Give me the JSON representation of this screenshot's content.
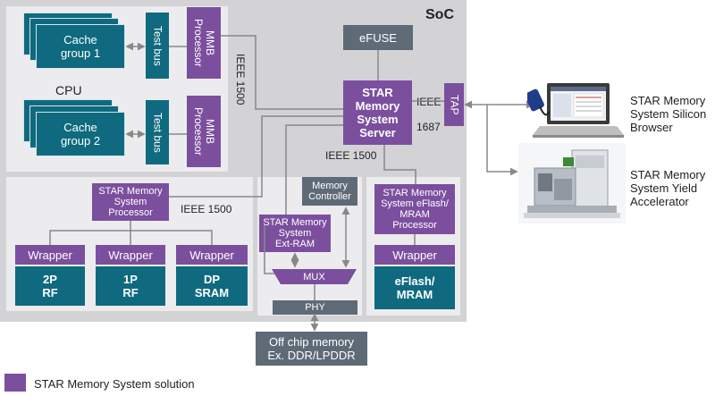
{
  "soc": {
    "label": "SoC"
  },
  "cpu": {
    "label": "CPU",
    "cache_group_1": "Cache\ngroup 1",
    "cache_group_2": "Cache\ngroup 2",
    "test_bus_1": "Test bus",
    "test_bus_2": "Test bus",
    "mmb_1": "MMB\nProcessor",
    "mmb_2": "MMB\nProcessor"
  },
  "efuse": "eFUSE",
  "server": "STAR\nMemory\nSystem\nServer",
  "tap": "TAP",
  "ieee_1500_top": "IEEE 1500",
  "ieee_1687": "IEEE\n1687",
  "ieee_1500_mid": "IEEE 1500",
  "ieee_1500_left": "IEEE 1500",
  "left_section": {
    "processor": "STAR Memory\nSystem\nProcessor",
    "wrappers": [
      {
        "wrapper": "Wrapper",
        "memory": "2P\nRF"
      },
      {
        "wrapper": "Wrapper",
        "memory": "1P\nRF"
      },
      {
        "wrapper": "Wrapper",
        "memory": "DP\nSRAM"
      }
    ]
  },
  "mid_section": {
    "memory_controller": "Memory\nController",
    "ext_ram": "STAR Memory\nSystem\nExt-RAM",
    "mux": "MUX",
    "phy": "PHY"
  },
  "right_section": {
    "processor": "STAR Memory\nSystem eFlash/\nMRAM\nProcessor",
    "wrapper": "Wrapper",
    "memory": "eFlash/\nMRAM"
  },
  "off_chip": "Off chip memory\nEx. DDR/LPDDR",
  "external": {
    "browser": "STAR Memory\nSystem Silicon\nBrowser",
    "accelerator": "STAR Memory\nSystem Yield\nAccelerator"
  },
  "legend": {
    "label": "STAR Memory System solution",
    "color": "#7b4f9e"
  },
  "colors": {
    "teal": "#0f6a7f",
    "purple": "#7b4f9e",
    "slate": "#5f6a77",
    "soc_bg": "#d3d3d6",
    "panel": "#ececee"
  }
}
